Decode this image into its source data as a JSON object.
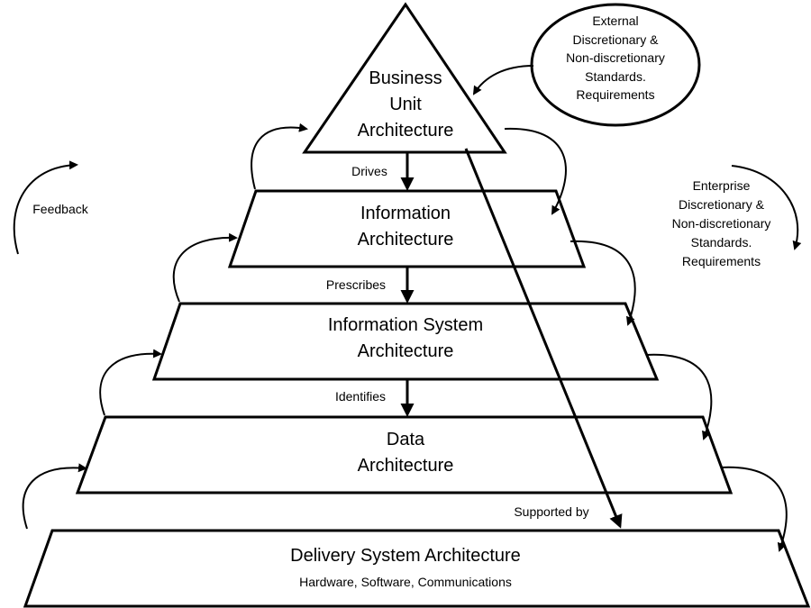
{
  "layers": {
    "business": [
      "Business",
      "Unit",
      "Architecture"
    ],
    "information": [
      "Information",
      "Architecture"
    ],
    "info_system": [
      "Information System",
      "Architecture"
    ],
    "data": [
      "Data",
      "Architecture"
    ],
    "delivery": {
      "title": "Delivery System Architecture",
      "subtitle": "Hardware, Software, Communications"
    }
  },
  "relations": {
    "drives": "Drives",
    "prescribes": "Prescribes",
    "identifies": "Identifies",
    "supported_by": "Supported by"
  },
  "feedback": "Feedback",
  "external": [
    "External",
    "Discretionary &",
    "Non-discretionary",
    "Standards.",
    "Requirements"
  ],
  "enterprise": [
    "Enterprise",
    "Discretionary &",
    "Non-discretionary",
    "Standards.",
    "Requirements"
  ]
}
